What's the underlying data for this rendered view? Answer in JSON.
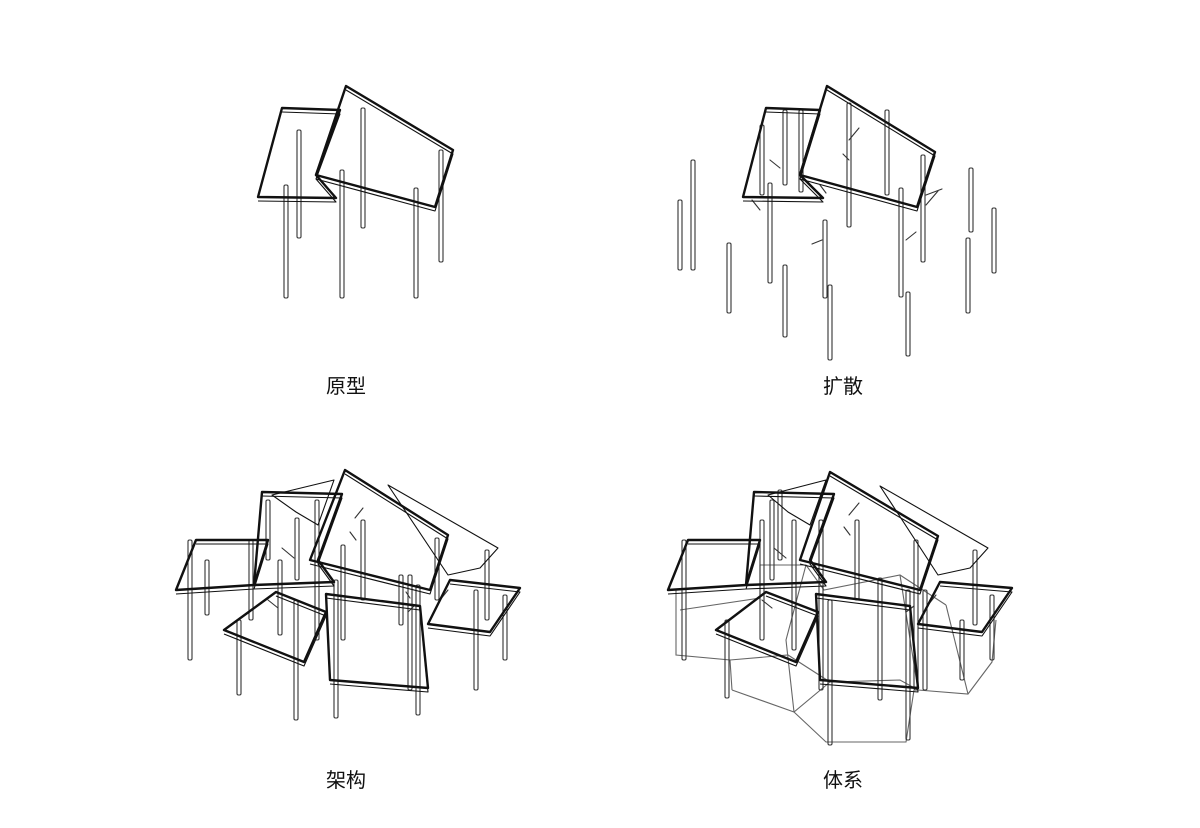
{
  "panels": [
    {
      "id": "prototype",
      "label": "原型"
    },
    {
      "id": "diffusion",
      "label": "扩散"
    },
    {
      "id": "framework",
      "label": "架构"
    },
    {
      "id": "system",
      "label": "体系"
    }
  ],
  "colors": {
    "line": "#111111",
    "post": "#333333",
    "frame": "#666666",
    "background": "#ffffff"
  }
}
